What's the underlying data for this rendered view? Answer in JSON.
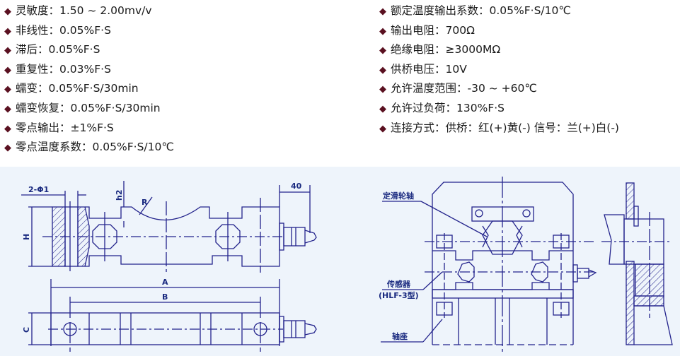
{
  "specs_left": [
    {
      "label": "灵敏度：",
      "value": "1.50 ~ 2.00mv/v"
    },
    {
      "label": "非线性：",
      "value": "0.05%F·S"
    },
    {
      "label": "滞后：",
      "value": "0.05%F·S"
    },
    {
      "label": "重复性：",
      "value": "0.03%F·S"
    },
    {
      "label": "蠕变：",
      "value": "0.05%F·S/30min"
    },
    {
      "label": "蠕变恢复：",
      "value": "0.05%F·S/30min"
    },
    {
      "label": "零点输出：",
      "value": "±1%F·S"
    },
    {
      "label": "零点温度系数：",
      "value": "0.05%F·S/10℃"
    }
  ],
  "specs_right": [
    {
      "label": "额定温度输出系数：",
      "value": "0.05%F·S/10℃"
    },
    {
      "label": "输出电阻：",
      "value": "700Ω"
    },
    {
      "label": "绝缘电阻：",
      "value": "≥3000MΩ"
    },
    {
      "label": "供桥电压：",
      "value": "10V"
    },
    {
      "label": "允许温度范围：",
      "value": "-30 ~ +60℃"
    },
    {
      "label": "允许过负荷：",
      "value": "130%F·S"
    },
    {
      "label": "连接方式：",
      "value": "供桥：红(+)黄(-) 信号：兰(+)白(-)"
    }
  ],
  "bullet": "◆",
  "drawing_left": {
    "dims": {
      "holes": "2-Φ1",
      "h2": "h2",
      "r": "R",
      "cable": "40",
      "h": "H",
      "a": "A",
      "b": "B",
      "c": "C"
    }
  },
  "drawing_right": {
    "labels": {
      "pulley_shaft": "定滑轮轴",
      "sensor": "传感器",
      "model": "(HLF-3型)",
      "base": "轴座"
    }
  },
  "colors": {
    "line": "#23238c",
    "background": "#eef4fb",
    "bullet": "#5a1020"
  }
}
